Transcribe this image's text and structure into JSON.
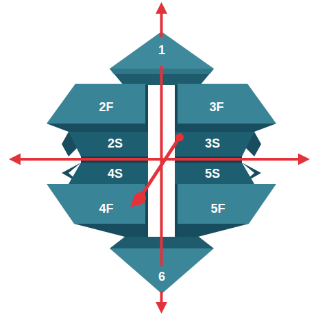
{
  "diagram": {
    "nodes": [
      {
        "text": [
          "1"
        ]
      },
      {
        "text": [
          "2F"
        ]
      },
      {
        "text": [
          "3F"
        ]
      },
      {
        "text": [
          "2S"
        ]
      },
      {
        "text": [
          "3S"
        ]
      },
      {
        "text": [
          "4S"
        ]
      },
      {
        "text": [
          "5S"
        ]
      },
      {
        "text": [
          "4F"
        ]
      },
      {
        "text": [
          "5F"
        ]
      },
      {
        "text": [
          "6"
        ]
      }
    ]
  }
}
